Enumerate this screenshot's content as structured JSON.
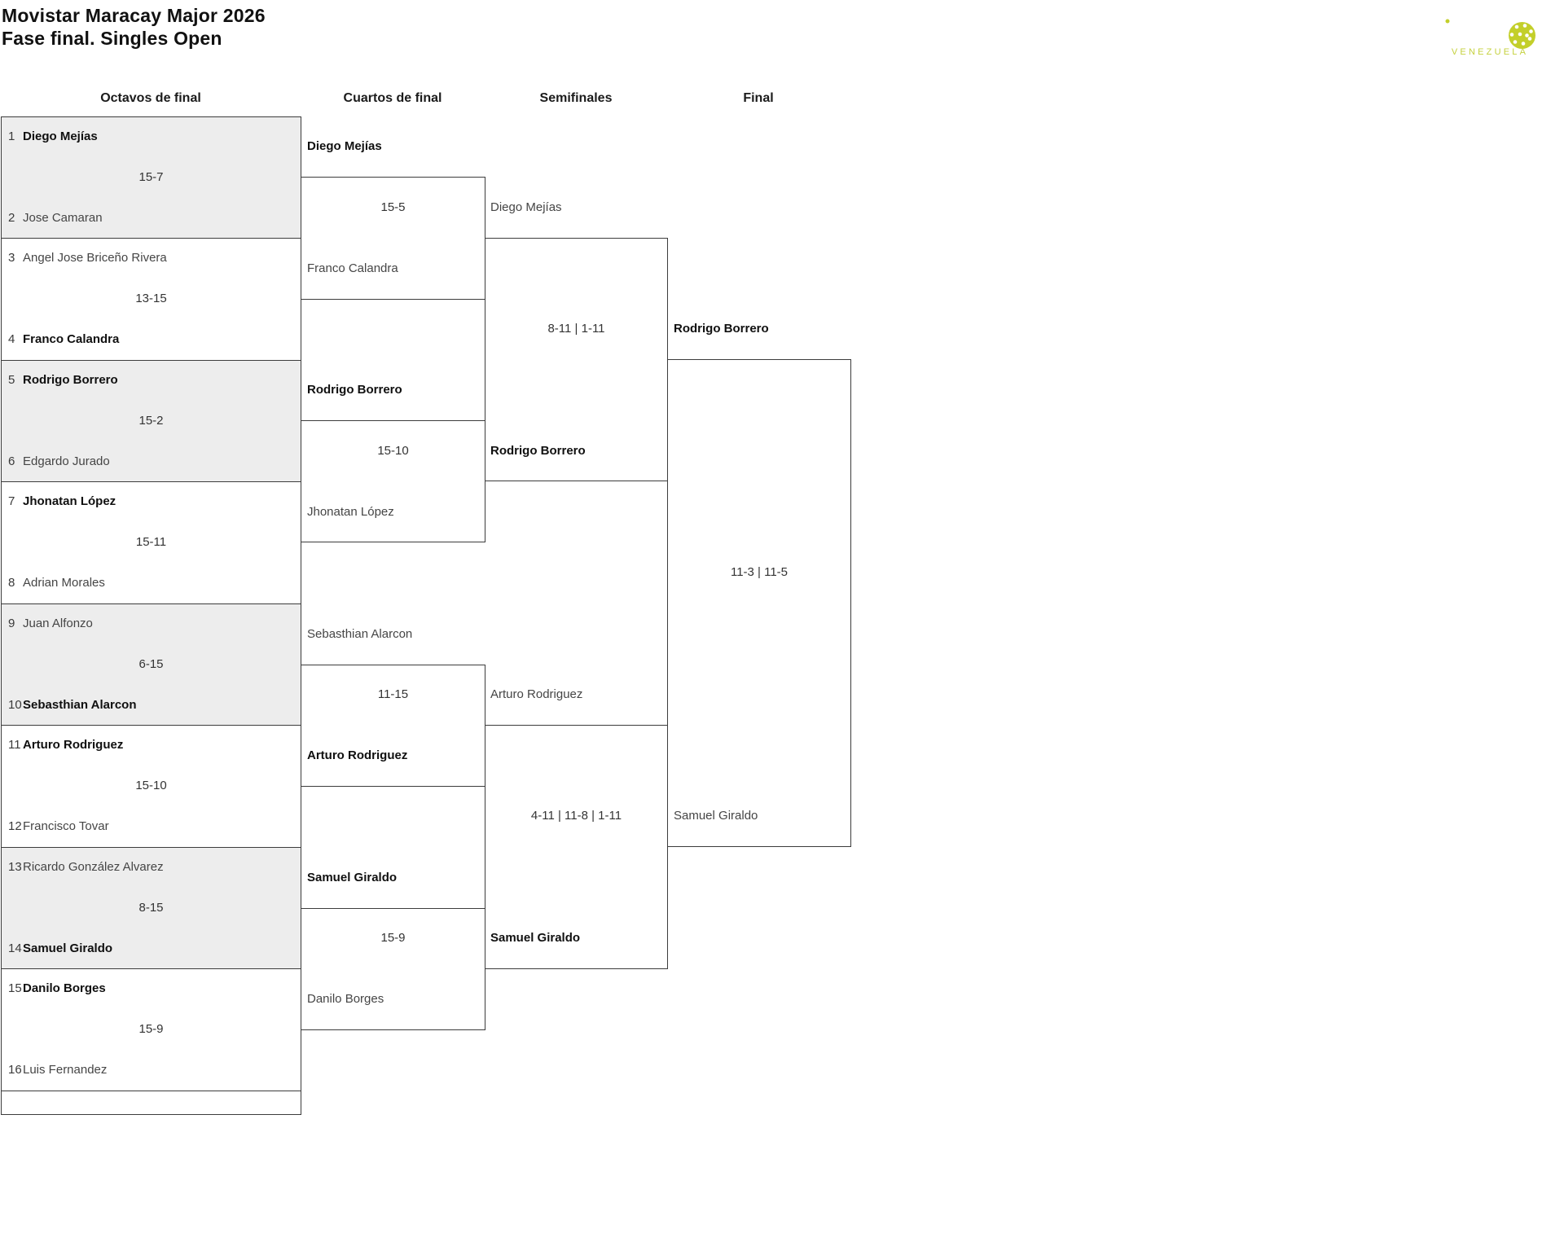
{
  "title": {
    "line1": "Movistar Maracay Major 2026",
    "line2": "Fase final. Singles Open"
  },
  "headers": [
    "Octavos de final",
    "Cuartos de final",
    "Semifinales",
    "Final"
  ],
  "logo": {
    "text": "VENEZUELA",
    "accent": "#c3cf2a"
  },
  "colors": {
    "accent": "#c3cf2a",
    "shaded_row": "#ededed",
    "line": "#3c3c3c"
  },
  "r16": [
    {
      "p1": {
        "seed": "1",
        "name": "Diego Mejías",
        "winner": true
      },
      "score": "15-7",
      "p2": {
        "seed": "2",
        "name": "Jose Camaran",
        "winner": false
      }
    },
    {
      "p1": {
        "seed": "3",
        "name": "Angel Jose Briceño Rivera",
        "winner": false
      },
      "score": "13-15",
      "p2": {
        "seed": "4",
        "name": "Franco Calandra",
        "winner": true
      }
    },
    {
      "p1": {
        "seed": "5",
        "name": "Rodrigo Borrero",
        "winner": true
      },
      "score": "15-2",
      "p2": {
        "seed": "6",
        "name": "Edgardo Jurado",
        "winner": false
      }
    },
    {
      "p1": {
        "seed": "7",
        "name": "Jhonatan López",
        "winner": true
      },
      "score": "15-11",
      "p2": {
        "seed": "8",
        "name": "Adrian Morales",
        "winner": false
      }
    },
    {
      "p1": {
        "seed": "9",
        "name": "Juan Alfonzo",
        "winner": false
      },
      "score": "6-15",
      "p2": {
        "seed": "10",
        "name": "Sebasthian Alarcon",
        "winner": true
      }
    },
    {
      "p1": {
        "seed": "11",
        "name": "Arturo Rodriguez",
        "winner": true
      },
      "score": "15-10",
      "p2": {
        "seed": "12",
        "name": "Francisco Tovar",
        "winner": false
      }
    },
    {
      "p1": {
        "seed": "13",
        "name": "Ricardo González Alvarez",
        "winner": false
      },
      "score": "8-15",
      "p2": {
        "seed": "14",
        "name": "Samuel Giraldo",
        "winner": true
      }
    },
    {
      "p1": {
        "seed": "15",
        "name": "Danilo Borges",
        "winner": true
      },
      "score": "15-9",
      "p2": {
        "seed": "16",
        "name": "Luis Fernandez",
        "winner": false
      }
    }
  ],
  "qf": [
    {
      "p1": {
        "name": "Diego Mejías",
        "winner": true
      },
      "score": "15-5",
      "p2": {
        "name": "Franco Calandra",
        "winner": false
      }
    },
    {
      "p1": {
        "name": "Rodrigo Borrero",
        "winner": true
      },
      "score": "15-10",
      "p2": {
        "name": "Jhonatan López",
        "winner": false
      }
    },
    {
      "p1": {
        "name": "Sebasthian Alarcon",
        "winner": false
      },
      "score": "11-15",
      "p2": {
        "name": "Arturo Rodriguez",
        "winner": true
      }
    },
    {
      "p1": {
        "name": "Samuel Giraldo",
        "winner": true
      },
      "score": "15-9",
      "p2": {
        "name": "Danilo Borges",
        "winner": false
      }
    }
  ],
  "sf": [
    {
      "p1": {
        "name": "Diego Mejías",
        "winner": false
      },
      "score": "8-11 | 1-11",
      "p2": {
        "name": "Rodrigo Borrero",
        "winner": true
      }
    },
    {
      "p1": {
        "name": "Arturo Rodriguez",
        "winner": false
      },
      "score": "4-11 | 11-8 | 1-11",
      "p2": {
        "name": "Samuel Giraldo",
        "winner": true
      }
    }
  ],
  "final": [
    {
      "p1": {
        "name": "Rodrigo Borrero",
        "winner": true
      },
      "score": "11-3 | 11-5",
      "p2": {
        "name": "Samuel Giraldo",
        "winner": false
      }
    }
  ]
}
